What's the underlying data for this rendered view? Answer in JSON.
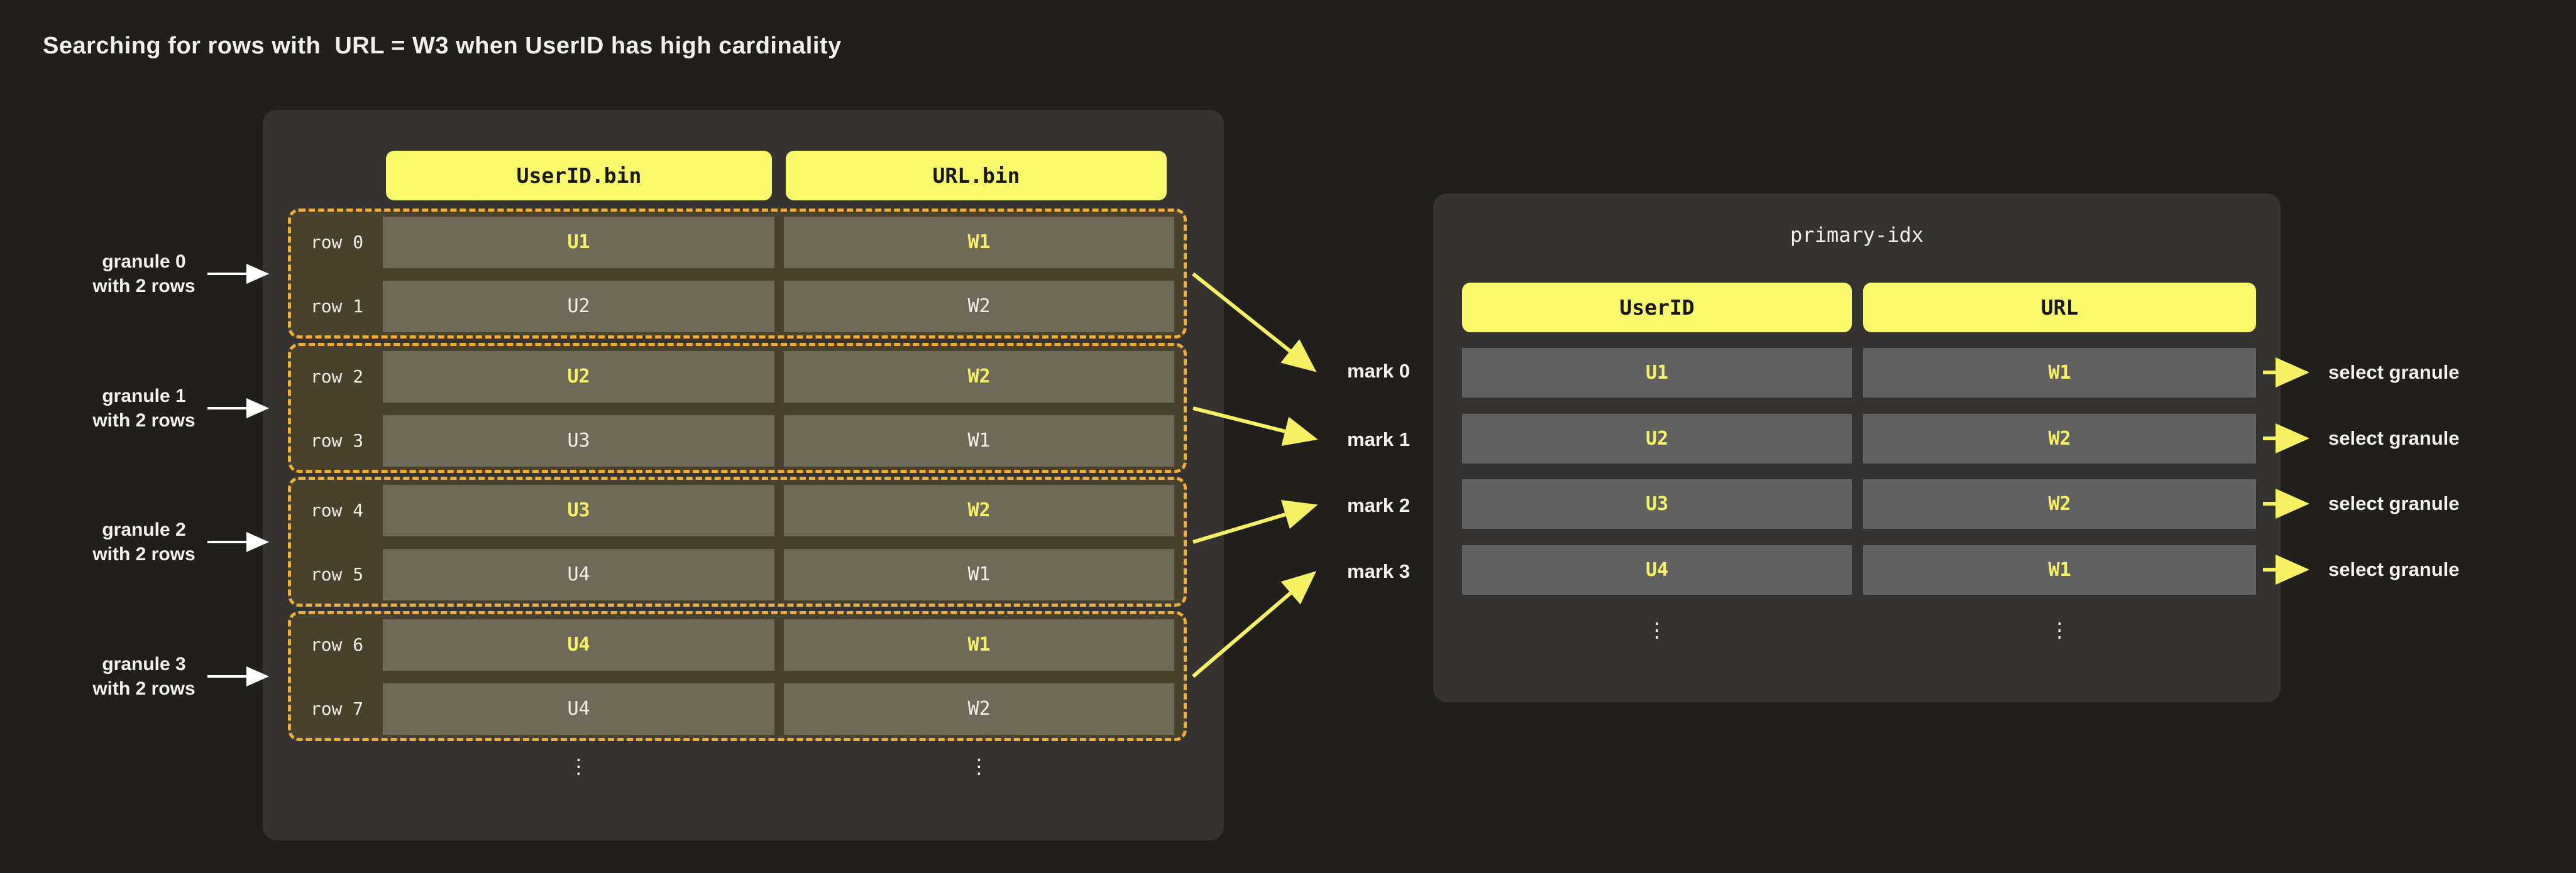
{
  "title": "Searching for rows with  URL = W3 when UserID has high cardinality",
  "colors": {
    "page_background": "#201f1c",
    "panel_background": "#343331",
    "header_yellow": "#f8f96b",
    "granule_dash_orange": "#eeae38",
    "granule_fill": "#48412e",
    "bin_cell": "#6f695a",
    "idx_cell": "#616161",
    "emphasis_yellow": "#f5f163",
    "arrow_yellow": "#f5f163",
    "text_white": "#f2f0ec"
  },
  "granule_labels": [
    {
      "line1": "granule 0",
      "line2": "with 2 rows"
    },
    {
      "line1": "granule 1",
      "line2": "with 2 rows"
    },
    {
      "line1": "granule 2",
      "line2": "with 2 rows"
    },
    {
      "line1": "granule 3",
      "line2": "with 2 rows"
    }
  ],
  "bin_table": {
    "headers": [
      "UserID.bin",
      "URL.bin"
    ],
    "rows": [
      {
        "label": "row 0",
        "user": "U1",
        "url": "W1",
        "emphasized": true
      },
      {
        "label": "row 1",
        "user": "U2",
        "url": "W2",
        "emphasized": false
      },
      {
        "label": "row 2",
        "user": "U2",
        "url": "W2",
        "emphasized": true
      },
      {
        "label": "row 3",
        "user": "U3",
        "url": "W1",
        "emphasized": false
      },
      {
        "label": "row 4",
        "user": "U3",
        "url": "W2",
        "emphasized": true
      },
      {
        "label": "row 5",
        "user": "U4",
        "url": "W1",
        "emphasized": false
      },
      {
        "label": "row 6",
        "user": "U4",
        "url": "W1",
        "emphasized": true
      },
      {
        "label": "row 7",
        "user": "U4",
        "url": "W2",
        "emphasized": false
      }
    ],
    "ellipsis": "⋮"
  },
  "marks": [
    "mark 0",
    "mark 1",
    "mark 2",
    "mark 3"
  ],
  "primary_index": {
    "title": "primary-idx",
    "headers": [
      "UserID",
      "URL"
    ],
    "rows": [
      {
        "user": "U1",
        "url": "W1"
      },
      {
        "user": "U2",
        "url": "W2"
      },
      {
        "user": "U3",
        "url": "W2"
      },
      {
        "user": "U4",
        "url": "W1"
      }
    ],
    "ellipsis": "⋮"
  },
  "select_labels": [
    "select granule",
    "select granule",
    "select granule",
    "select granule"
  ]
}
